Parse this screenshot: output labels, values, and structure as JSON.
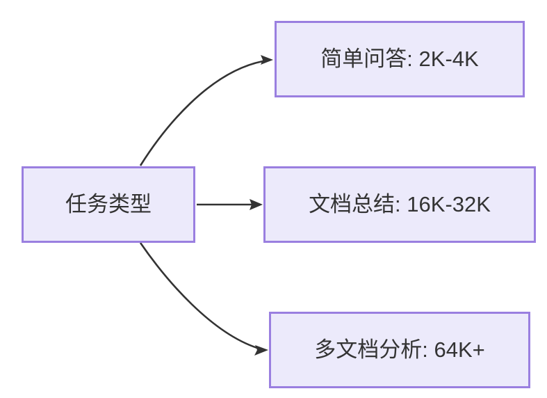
{
  "diagram": {
    "title": "任务类型",
    "background_color": "#FFFFFF",
    "node_fill_color": "#ECEAFB",
    "node_border_color": "#9A7FE0",
    "text_color": "#333333",
    "edge_color": "#333333",
    "type": "flowchart",
    "direction": "left-to-right",
    "root": {
      "id": "root",
      "label": "任务类型"
    },
    "branches": [
      {
        "id": "branch-simple-qa",
        "label": "简单问答: 2K-4K",
        "task": "简单问答",
        "range": "2K-4K",
        "edge": "curved-up"
      },
      {
        "id": "branch-doc-summary",
        "label": "文档总结: 16K-32K",
        "task": "文档总结",
        "range": "16K-32K",
        "edge": "straight"
      },
      {
        "id": "branch-multi-doc",
        "label": "多文档分析: 64K+",
        "task": "多文档分析",
        "range": "64K+",
        "edge": "curved-down"
      }
    ]
  }
}
